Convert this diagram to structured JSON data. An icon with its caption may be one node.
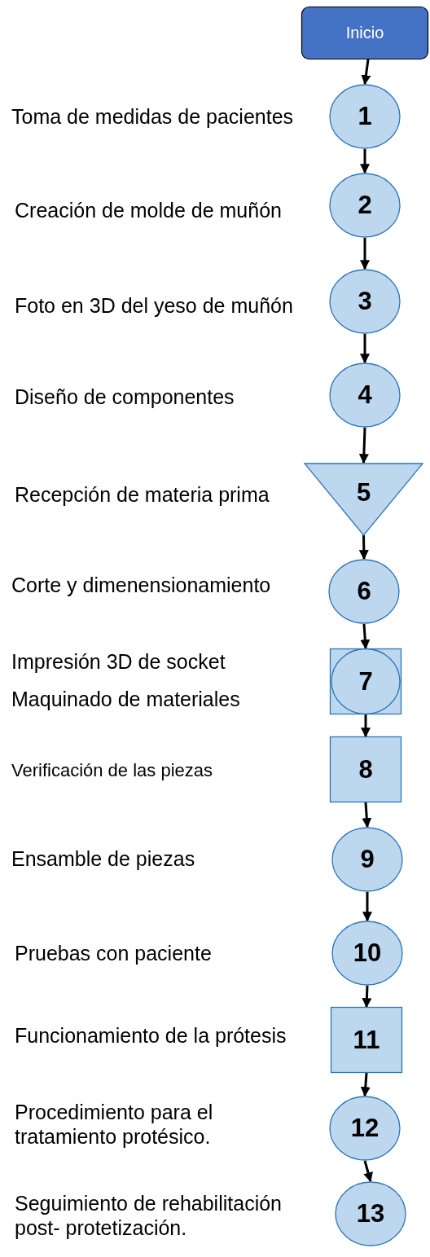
{
  "diagram": {
    "nodes": [
      {
        "text": [
          "Inicio"
        ]
      },
      {
        "text": [
          "1"
        ],
        "beside": [
          "Toma de medidas de pacientes"
        ]
      },
      {
        "text": [
          "2"
        ],
        "beside": [
          "Creación de molde de muñón"
        ]
      },
      {
        "text": [
          "3"
        ],
        "beside": [
          "Foto en 3D del yeso de muñón"
        ]
      },
      {
        "text": [
          "4"
        ]
      },
      {
        "text": [
          "5"
        ],
        "beside": [
          "Recepción de materia prima"
        ]
      },
      {
        "text": [
          "6"
        ],
        "beside": [
          "Corte y dimenensionamiento"
        ]
      },
      {
        "text": [
          "7"
        ],
        "beside": [
          "Impresión 3D de socket",
          "Maquinado de materiales"
        ]
      },
      {
        "text": [
          "8"
        ]
      },
      {
        "text": [
          "9"
        ]
      },
      {
        "text": [
          "10"
        ]
      },
      {
        "text": [
          "11"
        ],
        "beside": [
          "Funcionamiento de la prótesis"
        ]
      },
      {
        "text": [
          "12"
        ]
      },
      {
        "text": [
          "13"
        ],
        "beside": [
          "Seguimiento de rehabilitación post- protetización."
        ]
      }
    ],
    "edges": [
      {
        "from": 0,
        "to": 1,
        "arrow": "to"
      },
      {
        "from": 1,
        "to": 2,
        "arrow": "to"
      },
      {
        "from": 2,
        "to": 3,
        "arrow": "to"
      },
      {
        "from": 3,
        "to": 4,
        "arrow": "to"
      },
      {
        "from": 4,
        "to": 5,
        "arrow": "to"
      },
      {
        "from": 5,
        "to": 6,
        "arrow": "to"
      },
      {
        "from": 6,
        "to": 7,
        "arrow": "to"
      },
      {
        "from": 7,
        "to": 8,
        "arrow": "to"
      },
      {
        "from": 8,
        "to": 9,
        "arrow": "to"
      },
      {
        "from": 9,
        "to": 10,
        "arrow": "to"
      },
      {
        "from": 10,
        "to": 11,
        "arrow": "to"
      },
      {
        "from": 11,
        "to": 12,
        "arrow": "to"
      },
      {
        "from": 12,
        "to": 13,
        "arrow": "to"
      }
    ],
    "labels": [
      "Diseño de componentes",
      "Verificación de las piezas",
      "Ensamble de piezas",
      "Pruebas con paciente",
      "Procedimiento para el tratamiento protésico."
    ]
  }
}
